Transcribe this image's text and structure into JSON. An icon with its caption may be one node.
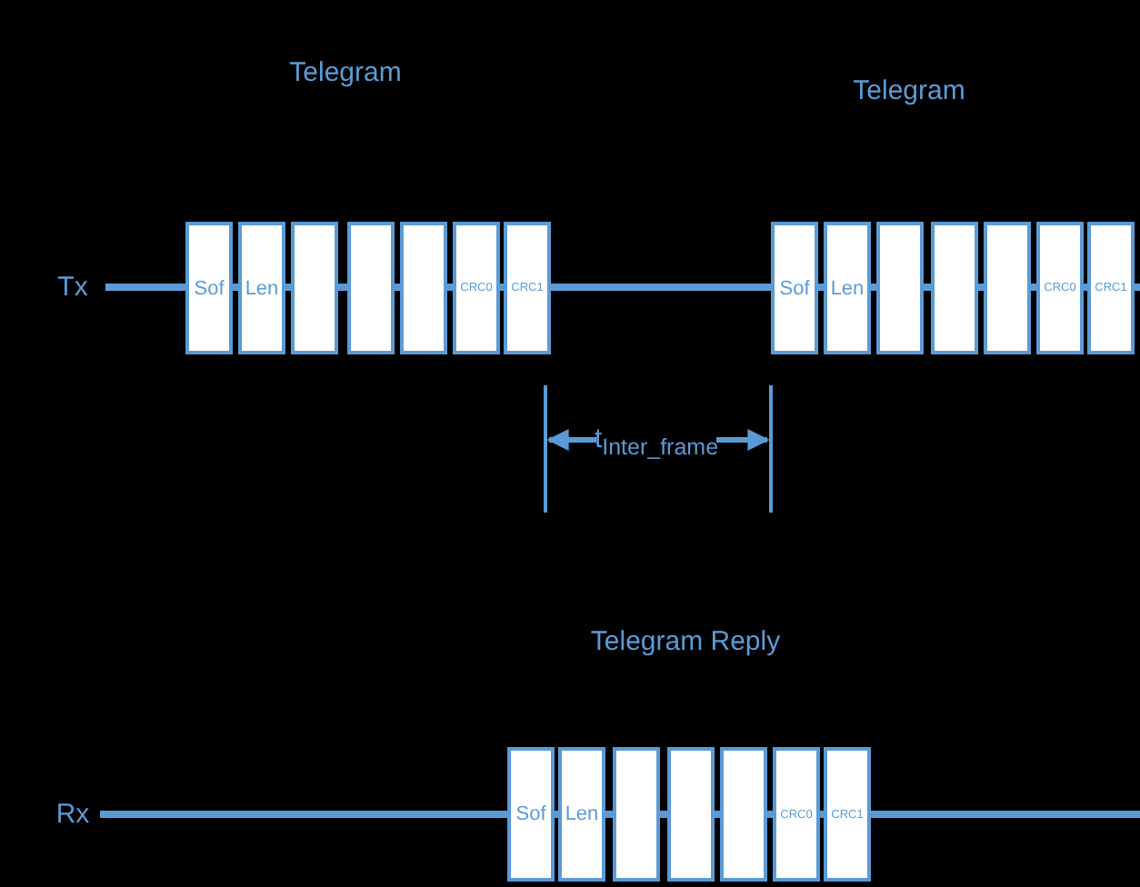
{
  "diagram": {
    "nodes": [
      {
        "text": [
          "Sof"
        ]
      },
      {
        "text": [
          "Len"
        ]
      },
      {
        "text": [],
        "shape": "box"
      },
      {
        "text": [],
        "shape": "box"
      },
      {
        "text": [],
        "shape": "box"
      },
      {
        "text": [
          "CRC0"
        ]
      },
      {
        "text": [
          "CRC1"
        ]
      },
      {
        "text": [
          "Sof"
        ]
      },
      {
        "text": [
          "Len"
        ]
      },
      {
        "text": [],
        "shape": "box"
      },
      {
        "text": [],
        "shape": "box"
      },
      {
        "text": [],
        "shape": "box"
      },
      {
        "text": [
          "CRC0"
        ]
      },
      {
        "text": [
          "CRC1"
        ]
      },
      {
        "text": [
          "Sof"
        ]
      },
      {
        "text": [
          "Len"
        ]
      },
      {
        "text": [],
        "shape": "box"
      },
      {
        "text": [],
        "shape": "box"
      },
      {
        "text": [],
        "shape": "box"
      },
      {
        "text": [
          "CRC0"
        ]
      },
      {
        "text": [
          "CRC1"
        ]
      }
    ],
    "labels": [
      "Telegram",
      "Telegram",
      "Tx",
      "t$_{Inter_frame}$",
      "Telegram Reply",
      "Rx"
    ]
  }
}
